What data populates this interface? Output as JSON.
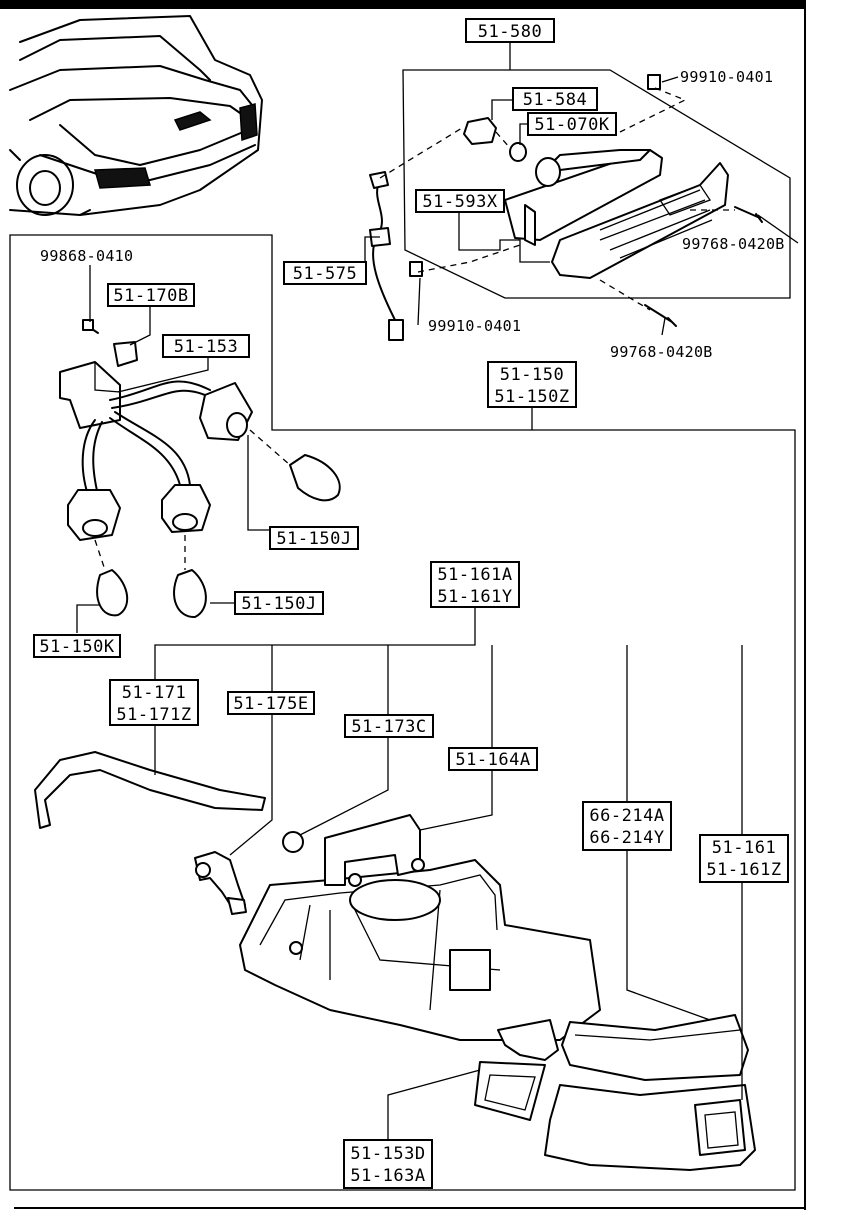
{
  "title": "",
  "labels": {
    "l_51_580": "51-580",
    "l_51_584": "51-584",
    "l_51_070K": "51-070K",
    "l_51_593X": "51-593X",
    "l_51_575": "51-575",
    "l_99910_0401_a": "99910-0401",
    "l_99910_0401_b": "99910-0401",
    "l_99768_0420B_a": "99768-0420B",
    "l_99768_0420B_b": "99768-0420B",
    "l_99868_0410": "99868-0410",
    "l_51_170B": "51-170B",
    "l_51_153": "51-153",
    "l_51_150": "51-150",
    "l_51_150Z": "51-150Z",
    "l_51_150J_a": "51-150J",
    "l_51_150J_b": "51-150J",
    "l_51_150K": "51-150K",
    "l_51_161A": "51-161A",
    "l_51_161Y": "51-161Y",
    "l_51_171": "51-171",
    "l_51_171Z": "51-171Z",
    "l_51_175E": "51-175E",
    "l_51_173C": "51-173C",
    "l_51_164A": "51-164A",
    "l_66_214A": "66-214A",
    "l_66_214Y": "66-214Y",
    "l_51_161": "51-161",
    "l_51_161Z": "51-161Z",
    "l_51_153D": "51-153D",
    "l_51_163A": "51-163A"
  }
}
